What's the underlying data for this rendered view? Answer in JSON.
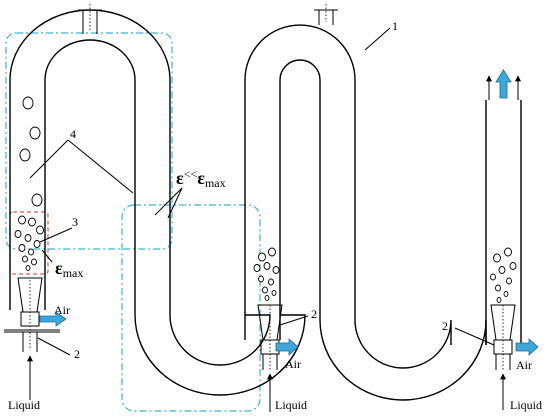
{
  "labels": {
    "liquid_left": "Liquid",
    "liquid_mid": "Liquid",
    "liquid_right": "Liquid",
    "air_left": "Air",
    "air_mid": "Air",
    "air_right": "Air",
    "num_1": "1",
    "num_2_left": "2",
    "num_2_mid": "2",
    "num_2_right": "2",
    "num_3": "3",
    "num_4": "4",
    "eps_symbol": "ε",
    "eps_max_sub": "max",
    "eps_compare_op": "<<",
    "eps_compare_symbol": "ε",
    "eps_compare_sub": "max"
  },
  "colors": {
    "zone_outline": "#3bb4dc",
    "injection_zone_outline": "#e05a5a",
    "air_arrow": "#3ea6d8",
    "pipe": "#000000"
  },
  "icons": {
    "outlet_arrow": "up-arrow-icon",
    "air_inlet": "right-arrow-icon"
  }
}
